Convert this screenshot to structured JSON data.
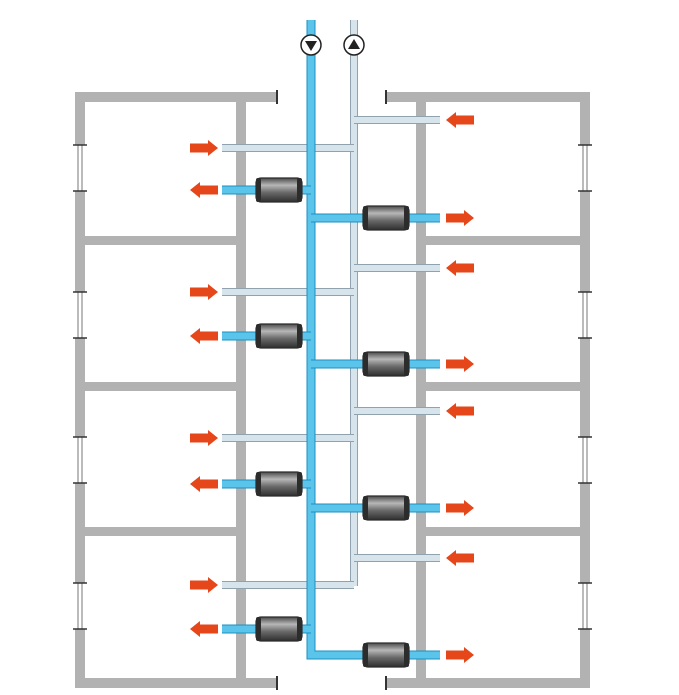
{
  "diagram": {
    "floors_per_side": 4,
    "meter_units": 8,
    "flow_indicators": [
      {
        "name": "supply-direction",
        "direction": "down"
      },
      {
        "name": "return-direction",
        "direction": "up"
      }
    ],
    "arrows": {
      "left_inlet_count": 4,
      "left_outlet_count": 4,
      "right_inlet_count": 4,
      "right_outlet_count": 4
    }
  },
  "colors": {
    "background": "#ffffff",
    "wall": "#b2b2b2",
    "window": "#ffffff",
    "window_line": "#777777",
    "supply_pipe": "#5bc4ea",
    "supply_pipe_edge": "#1d8fbf",
    "return_pipe": "#d7e4ec",
    "return_pipe_edge": "#8fa2ae",
    "arrow": "#e5471b",
    "meter_body": "#6a6a6a",
    "meter_highlight": "#b7b7b7",
    "meter_cap": "#2c2c2c",
    "pump_fill": "#ffffff",
    "pump_edge": "#222222",
    "pump_arrow": "#222222"
  },
  "icons": {
    "meter": "heat-meter-icon",
    "pump": "circulation-pump-icon",
    "arrow_in": "arrow-right-icon",
    "arrow_out": "arrow-left-icon"
  }
}
